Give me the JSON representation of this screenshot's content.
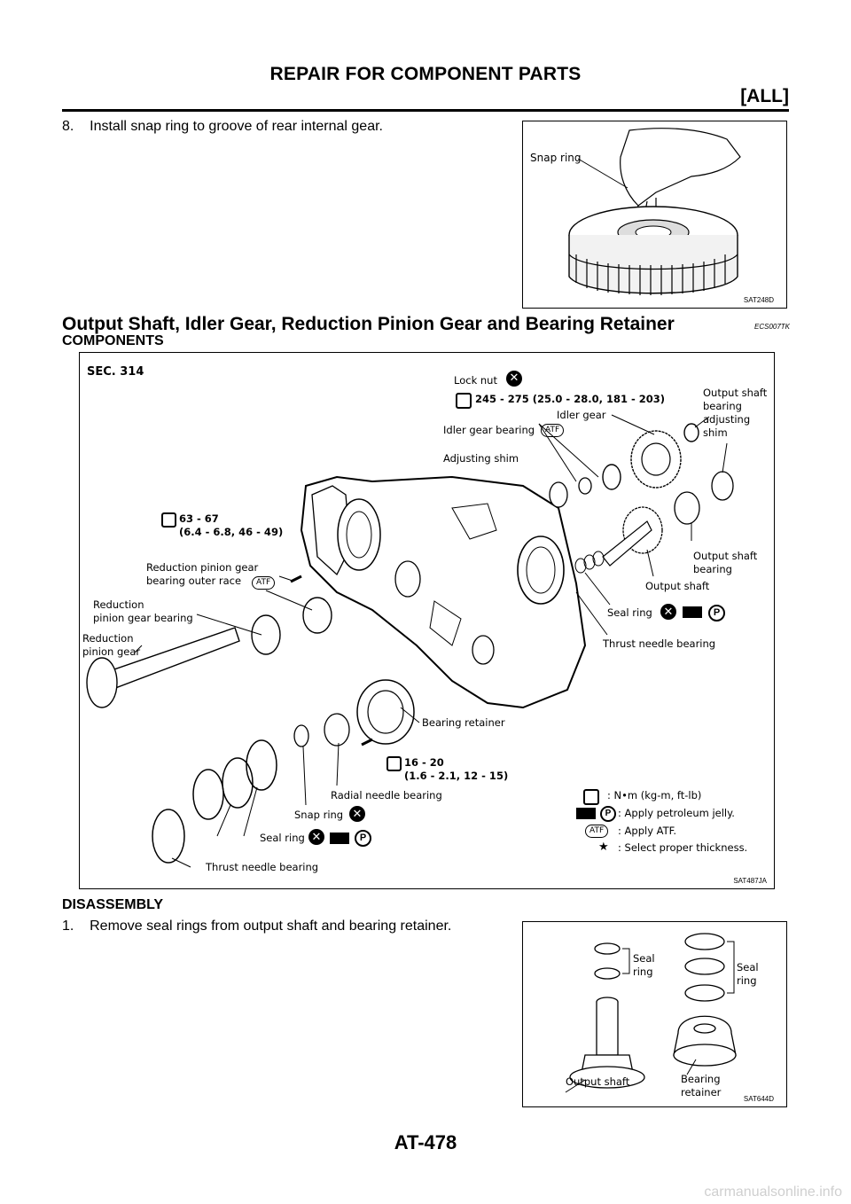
{
  "header": {
    "title": "REPAIR FOR COMPONENT PARTS",
    "section": "[ALL]"
  },
  "step8": {
    "text": "8.    Install snap ring to groove of rear internal gear."
  },
  "figure1": {
    "label": "Snap ring",
    "code": "SAT248D"
  },
  "section": {
    "title": "Output Shaft, Idler Gear, Reduction Pinion Gear and Bearing Retainer",
    "id": "ECS007TK",
    "components_heading": "COMPONENTS"
  },
  "figure2": {
    "sec": "SEC. 314",
    "code": "SAT487JA",
    "callouts": {
      "lock_nut": "Lock nut",
      "torque_top": "245 - 275 (25.0 - 28.0, 181 - 203)",
      "idler_gear": "Idler gear",
      "idler_gear_bearing": "Idler gear bearing",
      "output_shaft_bearing_adjusting_shim": "Output shaft\nbearing\nadjusting\nshim",
      "adjusting_shim": "Adjusting shim",
      "torque_mid": "63 - 67\n(6.4 - 6.8, 46 - 49)",
      "reduction_pinion_outer_race": "Reduction pinion gear\nbearing outer race",
      "reduction_pinion_gear_bearing": "Reduction\npinion gear bearing",
      "reduction_pinion_gear": "Reduction\npinion gear",
      "output_shaft_bearing": "Output shaft\nbearing",
      "output_shaft": "Output shaft",
      "seal_ring_right": "Seal ring",
      "thrust_needle_bearing_right": "Thrust needle bearing",
      "bearing_retainer": "Bearing retainer",
      "torque_low": "16 - 20\n(1.6 - 2.1, 12 - 15)",
      "radial_needle_bearing": "Radial needle bearing",
      "snap_ring": "Snap ring",
      "seal_ring_left": "Seal ring",
      "thrust_needle_bearing_left": "Thrust needle bearing",
      "atf_badge": "ATF",
      "p_badge": "P"
    },
    "legend": [
      {
        "symbol": "torque-icon",
        "text": ": N•m (kg-m, ft-lb)"
      },
      {
        "symbol": "petroleum-jelly-icon",
        "text": ": Apply petroleum jelly."
      },
      {
        "symbol": "atf-icon",
        "text": ": Apply ATF."
      },
      {
        "symbol": "star-icon",
        "text": ": Select proper thickness."
      }
    ]
  },
  "disassembly": {
    "heading": "DISASSEMBLY",
    "step1": "1.    Remove seal rings from output shaft and bearing retainer."
  },
  "figure3": {
    "seal_ring_left": "Seal\nring",
    "seal_ring_right": "Seal\nring",
    "output_shaft": "Output shaft",
    "bearing_retainer": "Bearing\nretainer",
    "code": "SAT644D"
  },
  "footer": {
    "page": "AT-478",
    "site": "carmanualsonline.info"
  }
}
